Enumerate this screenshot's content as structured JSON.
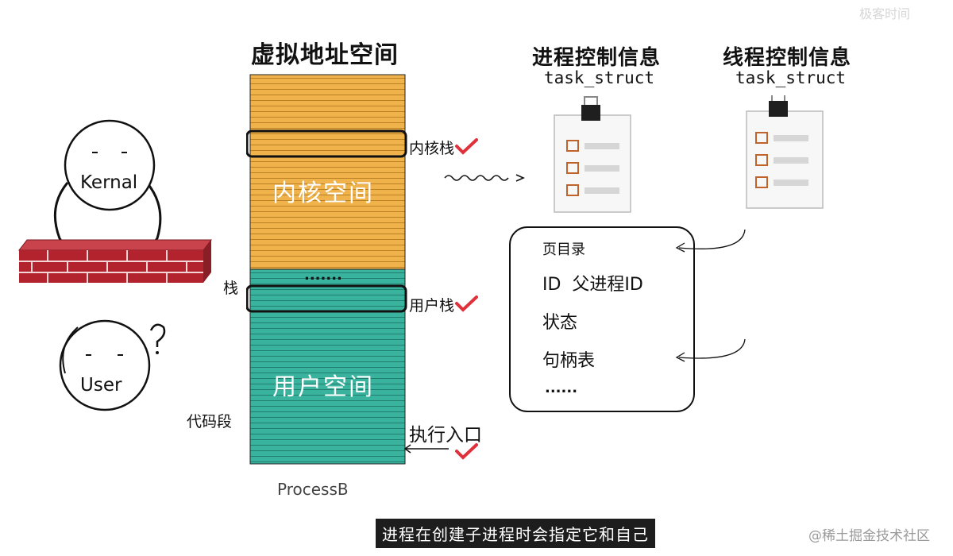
{
  "memory_column": {
    "title": "虚拟地址空间",
    "kernel_space_label": "内核空间",
    "user_space_label": "用户空间",
    "ellipsis": ".......",
    "process_label": "ProcessB",
    "colors": {
      "kernel": "#f0b24a",
      "user": "#3ab39e"
    }
  },
  "pointer_labels": {
    "kernel_stack": "内核栈",
    "user_stack": "用户栈",
    "stack": "栈",
    "code_segment": "代码段",
    "entry_point": "执行入口"
  },
  "process_control": {
    "title": "进程控制信息",
    "struct_name": "task_struct"
  },
  "thread_control": {
    "title": "线程控制信息",
    "struct_name": "task_struct"
  },
  "info_card": {
    "page_directory": "页目录",
    "id_line": "ID  父进程ID",
    "state": "状态",
    "handle_table": "句柄表",
    "ellipsis": "......"
  },
  "characters": {
    "kernel": "Kernal",
    "user": "User"
  },
  "subtitle": "进程在创建子进程时会指定它和自己",
  "watermark": "@稀土掘金技术社区",
  "top_watermark": "极客时间"
}
